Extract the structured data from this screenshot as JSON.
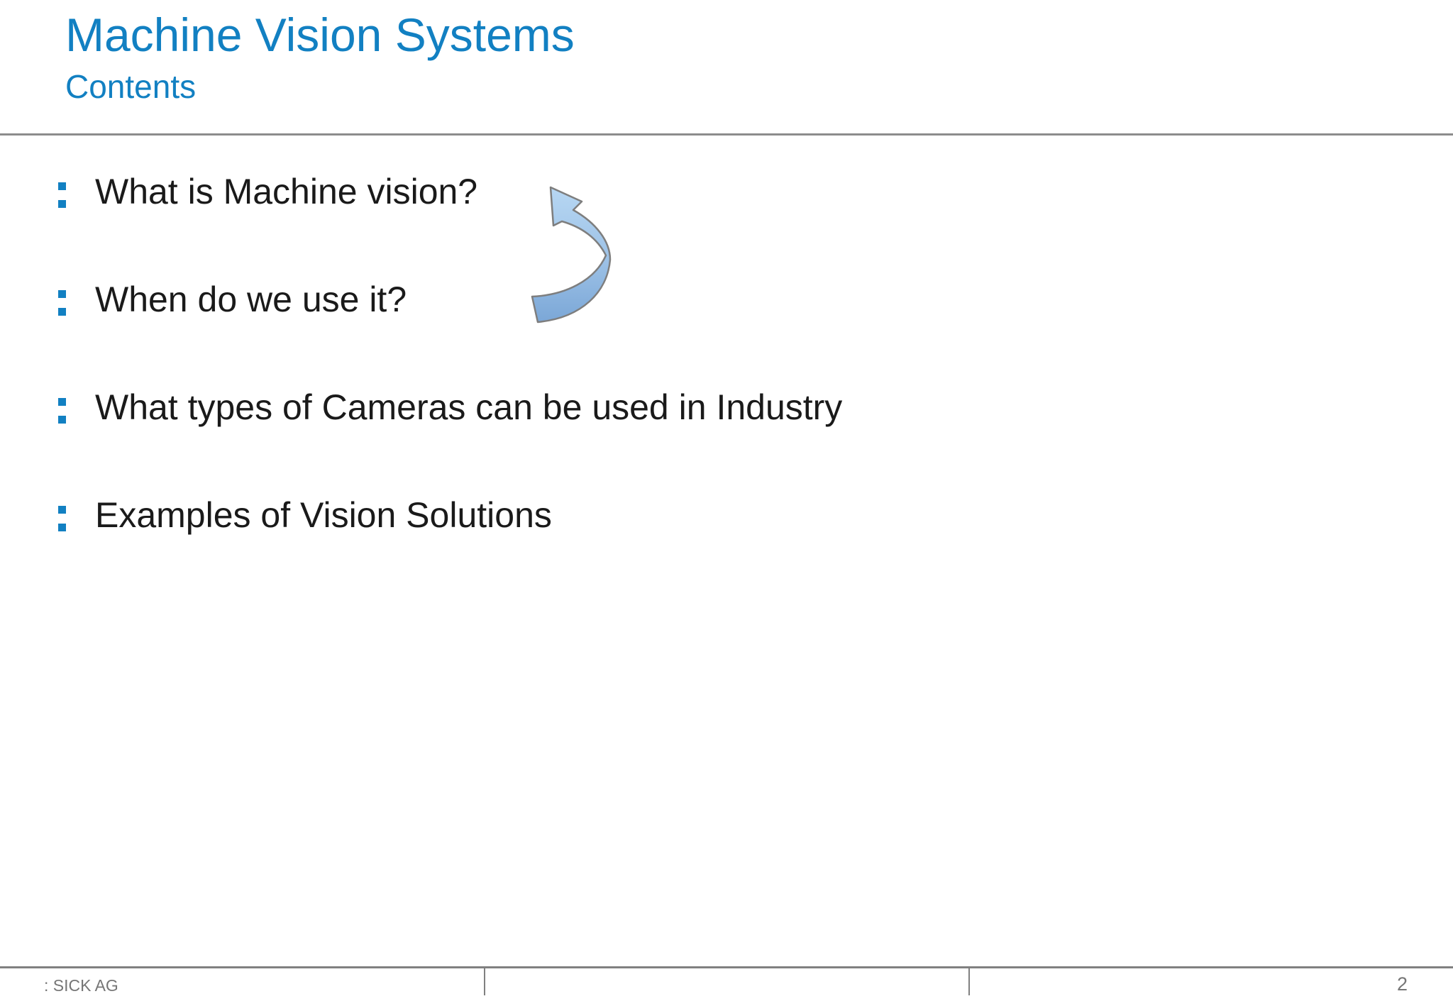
{
  "slide": {
    "title": "Machine Vision Systems",
    "subtitle": "Contents",
    "bullets": [
      "What is Machine vision?",
      "When do we use it?",
      "What types of Cameras can be used in Industry",
      "Examples of Vision Solutions"
    ],
    "graphic": {
      "icon": "curved-arrow-counterclockwise-icon",
      "fill_top": "#B7D7F3",
      "fill_bottom": "#7BA7D7",
      "stroke": "#7E7E7E"
    },
    "footer": {
      "left": ": SICK AG",
      "page_number": "2"
    },
    "colors": {
      "accent_blue": "#1280C2",
      "body_text": "#1A1A1A",
      "header_rule": "#8C8C8C",
      "footer_rule": "#808080",
      "footer_text": "#767676",
      "background": "#FFFFFF"
    }
  }
}
